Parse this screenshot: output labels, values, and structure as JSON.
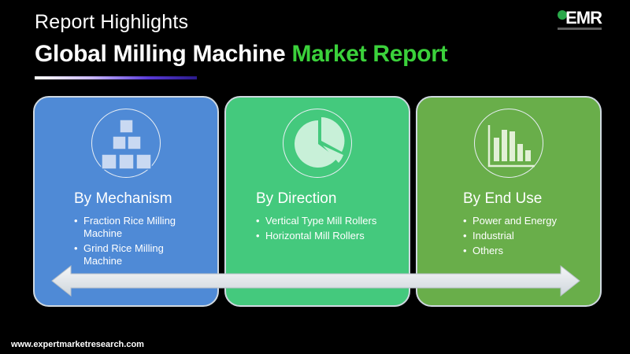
{
  "header": {
    "subtitle": "Report Highlights",
    "title_part1": "Global Milling Machine ",
    "title_part2": "Market Report"
  },
  "logo": {
    "text": "EMR",
    "icon": "globe-icon"
  },
  "colors": {
    "background": "#000000",
    "accent_green": "#3bd13b",
    "card_1": "#4f8ad6",
    "card_2": "#44c97d",
    "card_3": "#69ae4a"
  },
  "cards": [
    {
      "title": "By Mechanism",
      "icon": "boxes-icon",
      "items": [
        "Fraction Rice Milling Machine",
        "Grind Rice Milling Machine"
      ]
    },
    {
      "title": "By Direction",
      "icon": "pie-chart-icon",
      "items": [
        "Vertical Type Mill Rollers",
        "Horizontal Mill Rollers"
      ]
    },
    {
      "title": "By End Use",
      "icon": "bar-chart-icon",
      "items": [
        "Power and Energy",
        "Industrial",
        "Others"
      ]
    }
  ],
  "footer": {
    "website": "www.expertmarketresearch.com"
  }
}
